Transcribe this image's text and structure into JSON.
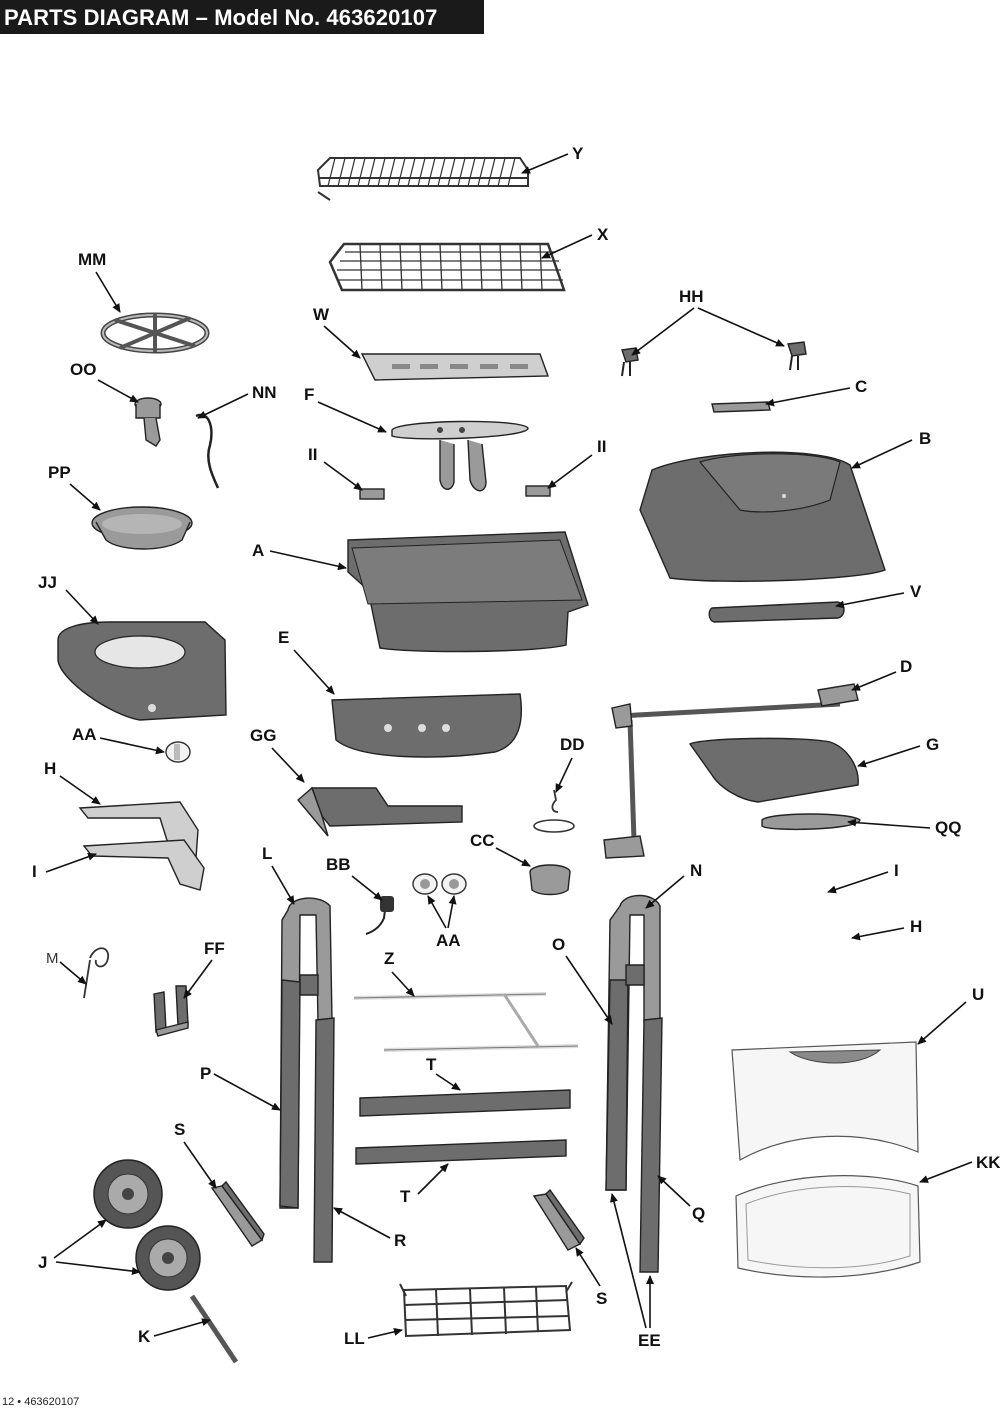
{
  "header": {
    "title": "PARTS DIAGRAM – Model No. 463620107"
  },
  "footer": {
    "page": "12 • 463620107"
  },
  "colors": {
    "title_bar": "#1a1a1a",
    "part_dark": "#6d6d6d",
    "part_light": "#cfcfcf"
  },
  "labels": {
    "Y": "Y",
    "X": "X",
    "MM": "MM",
    "W": "W",
    "HH": "HH",
    "C": "C",
    "OO": "OO",
    "NN": "NN",
    "F": "F",
    "B": "B",
    "II_left": "II",
    "II_right": "II",
    "PP": "PP",
    "A": "A",
    "V": "V",
    "JJ": "JJ",
    "E": "E",
    "D": "D",
    "AA_left": "AA",
    "GG": "GG",
    "DD": "DD",
    "G": "G",
    "H_left": "H",
    "QQ": "QQ",
    "CC": "CC",
    "I_left": "I",
    "L": "L",
    "BB": "BB",
    "N": "N",
    "I_right": "I",
    "AA_mid": "AA",
    "H_right": "H",
    "M": "M",
    "FF": "FF",
    "Z": "Z",
    "O": "O",
    "U": "U",
    "T_top": "T",
    "P": "P",
    "S_left": "S",
    "T_bottom": "T",
    "KK": "KK",
    "Q": "Q",
    "R": "R",
    "J": "J",
    "S_right": "S",
    "K": "K",
    "LL": "LL",
    "EE": "EE"
  }
}
